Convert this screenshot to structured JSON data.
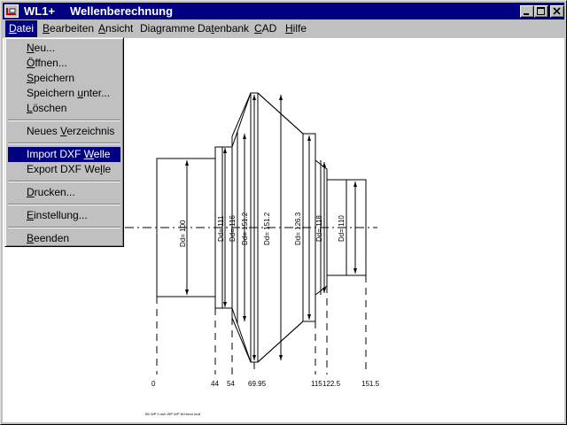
{
  "window": {
    "app_name": "WL1+",
    "doc_title": "Wellenberechnung",
    "min_glyph": "_",
    "max_glyph": "□",
    "close_glyph": "✕",
    "app_icon": "wl1-app-icon"
  },
  "menubar": {
    "datei": {
      "pre": "",
      "key": "D",
      "post": "atei"
    },
    "bearbeiten": {
      "pre": "",
      "key": "B",
      "post": "earbeiten"
    },
    "ansicht": {
      "pre": "",
      "key": "A",
      "post": "nsicht"
    },
    "diagramme": {
      "pre": "Dia",
      "key": "g",
      "post": "ramme"
    },
    "datenbank": {
      "pre": "Da",
      "key": "t",
      "post": "enbank"
    },
    "cad": {
      "pre": "",
      "key": "C",
      "post": "AD"
    },
    "hilfe": {
      "pre": "",
      "key": "H",
      "post": "ilfe"
    }
  },
  "datei_menu": {
    "neu": {
      "pre": "",
      "key": "N",
      "post": "eu..."
    },
    "oeffnen": {
      "pre": "",
      "key": "Ö",
      "post": "ffnen..."
    },
    "speichern": {
      "pre": "",
      "key": "S",
      "post": "peichern"
    },
    "speichern_unter": {
      "pre": "Speichern ",
      "key": "u",
      "post": "nter..."
    },
    "loeschen": {
      "pre": "",
      "key": "L",
      "post": "öschen"
    },
    "neues_verzeichnis": {
      "pre": "Neues ",
      "key": "V",
      "post": "erzeichnis"
    },
    "import_dxf": {
      "pre": "Import DXF ",
      "key": "W",
      "post": "elle"
    },
    "export_dxf": {
      "pre": "Export DXF We",
      "key": "l",
      "post": "le"
    },
    "drucken": {
      "pre": "",
      "key": "D",
      "post": "rucken..."
    },
    "einstellung": {
      "pre": "",
      "key": "E",
      "post": "instellung..."
    },
    "beenden": {
      "pre": "",
      "key": "B",
      "post": "eenden"
    }
  },
  "drawing": {
    "diameter_labels": [
      {
        "text": "Dd= 100"
      },
      {
        "text": "Dd= 111"
      },
      {
        "text": "Dd= 116"
      },
      {
        "text": "Dd= 151.2"
      },
      {
        "text": "Dd= 151.2"
      },
      {
        "text": "Dd= 126.3"
      },
      {
        "text": "Dd= 118"
      },
      {
        "text": "Dd= 110"
      }
    ],
    "position_labels": [
      {
        "text": "0"
      },
      {
        "text": "44"
      },
      {
        "text": "54"
      },
      {
        "text": "69.95"
      },
      {
        "text": "115"
      },
      {
        "text": "122.5"
      },
      {
        "text": "151.5"
      }
    ],
    "footer_note": "B0 WP 0 nuh WP WP W.Heed Inuli"
  }
}
